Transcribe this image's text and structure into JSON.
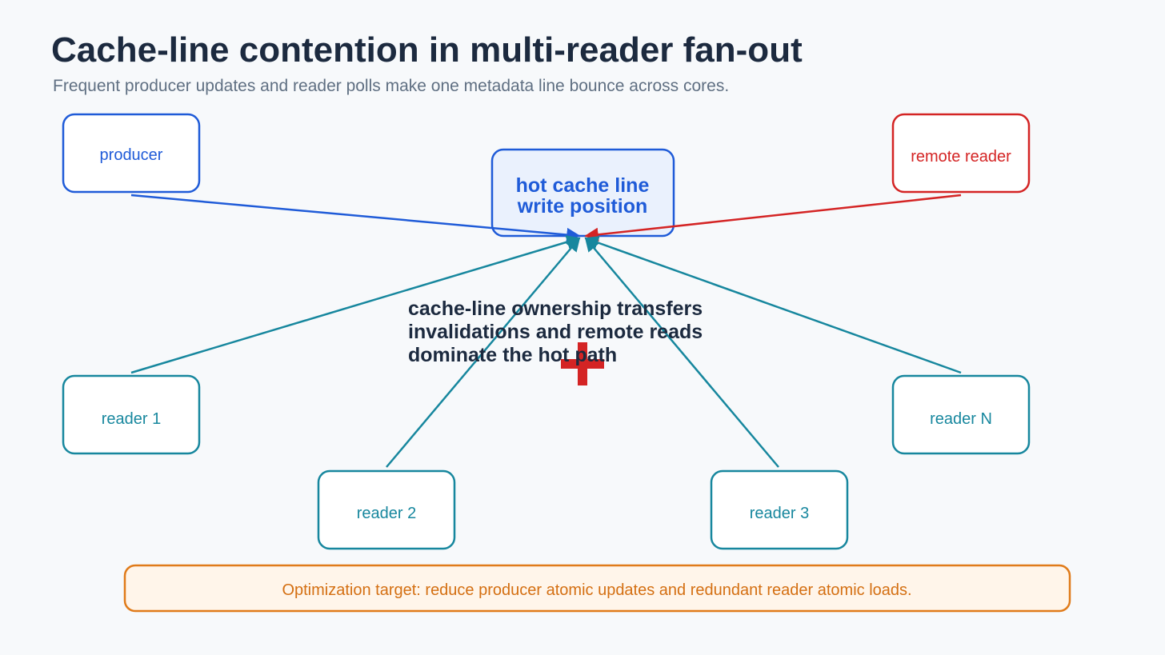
{
  "title": "Cache-line contention in multi-reader fan-out",
  "subtitle": "Frequent producer updates and reader polls make one metadata line bounce across cores.",
  "colors": {
    "producer": "#1f5bd8",
    "remote": "#d42424",
    "reader": "#17879e",
    "hot_fill": "#eaf1fd",
    "banner_stroke": "#e07b1a",
    "banner_fill": "#fff5ea",
    "banner_text": "#d46f12",
    "contention_mark": "#d42424"
  },
  "nodes": {
    "producer": "producer",
    "remote_reader": "remote reader",
    "reader_1": "reader 1",
    "reader_2": "reader 2",
    "reader_3": "reader 3",
    "reader_n": "reader N"
  },
  "hot_line": {
    "line1": "hot cache line",
    "line2": "write position"
  },
  "annotation": {
    "line1": "cache-line ownership transfers",
    "line2": "invalidations and remote reads",
    "line3": "dominate the hot path"
  },
  "contention_icon": "plus-icon",
  "banner": "Optimization target: reduce producer atomic updates and redundant reader atomic loads."
}
